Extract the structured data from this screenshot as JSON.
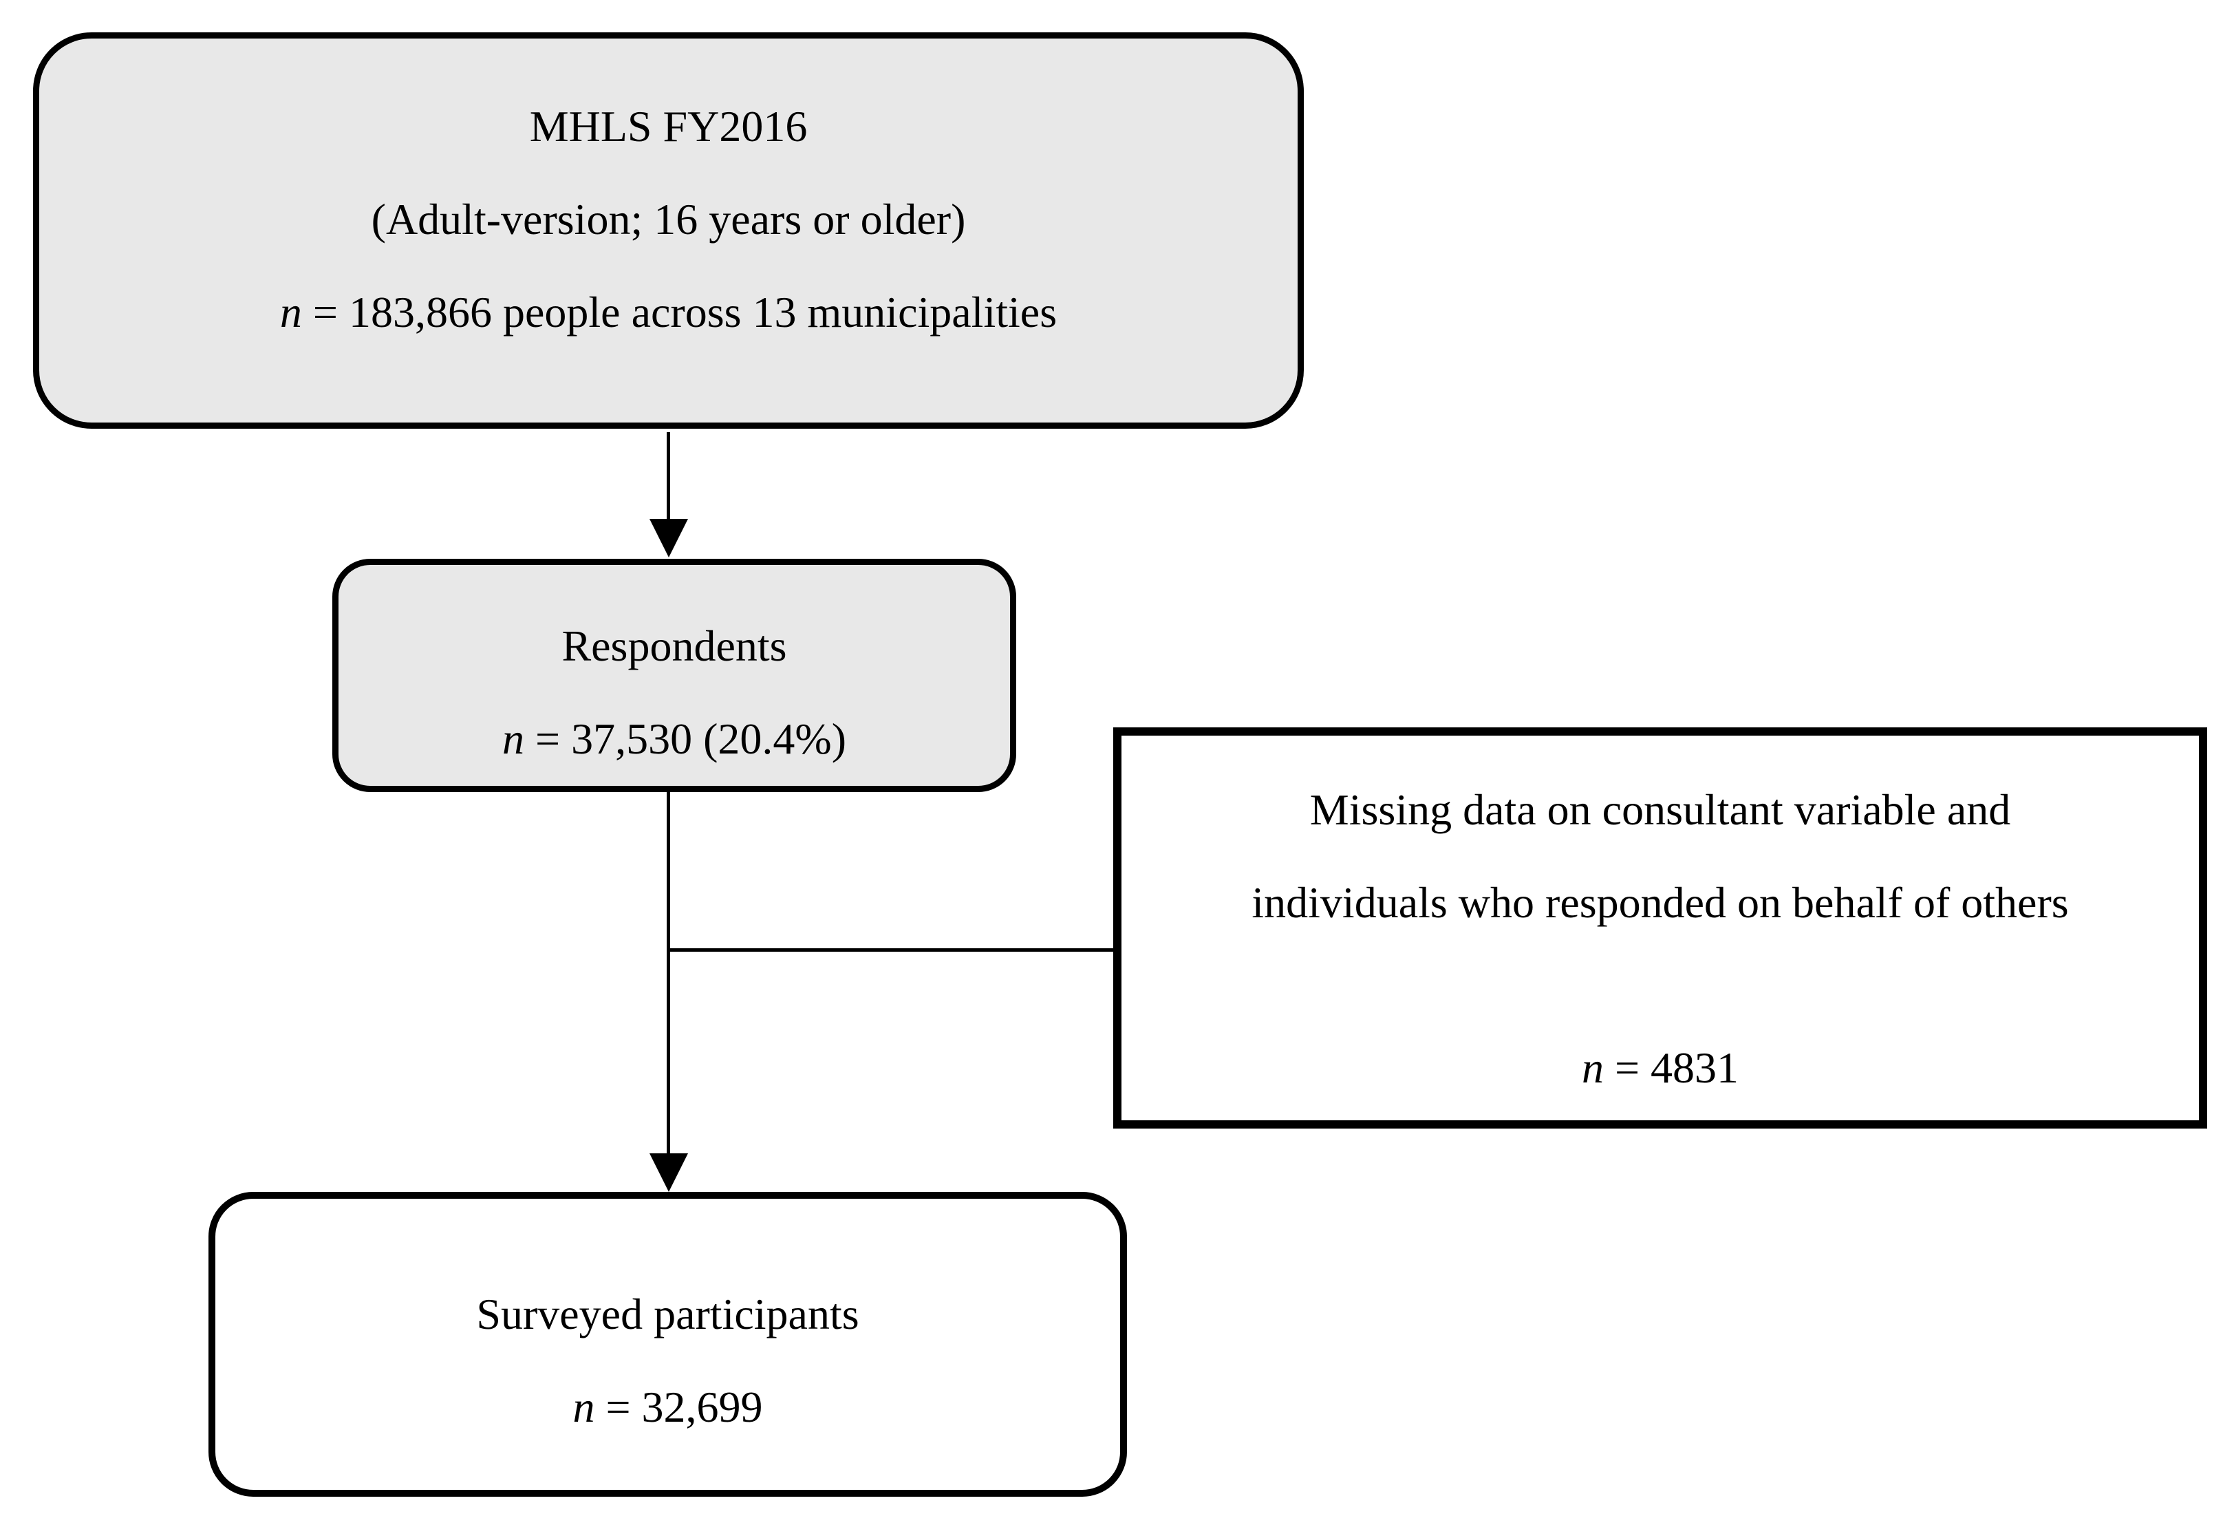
{
  "figure": {
    "type": "flowchart",
    "background_color": "#ffffff",
    "shaded_node_fill": "#e8e8e8",
    "plain_node_fill": "#ffffff",
    "line_color": "#000000"
  },
  "flow": {
    "source": {
      "line1": "MHLS FY2016",
      "line2": "(Adult-version; 16 years or older)",
      "n_var": "n",
      "n_text": " = 183,866 people across 13 municipalities"
    },
    "respondents": {
      "title": "Respondents",
      "n_var": "n",
      "n_text": " = 37,530 (20.4%)"
    },
    "excluded": {
      "line1": "Missing data on consultant variable and",
      "line2": "individuals who responded on behalf of others",
      "n_var": "n",
      "n_text": " = 4831"
    },
    "surveyed": {
      "title": "Surveyed participants",
      "n_var": "n",
      "n_text": " = 32,699"
    }
  }
}
